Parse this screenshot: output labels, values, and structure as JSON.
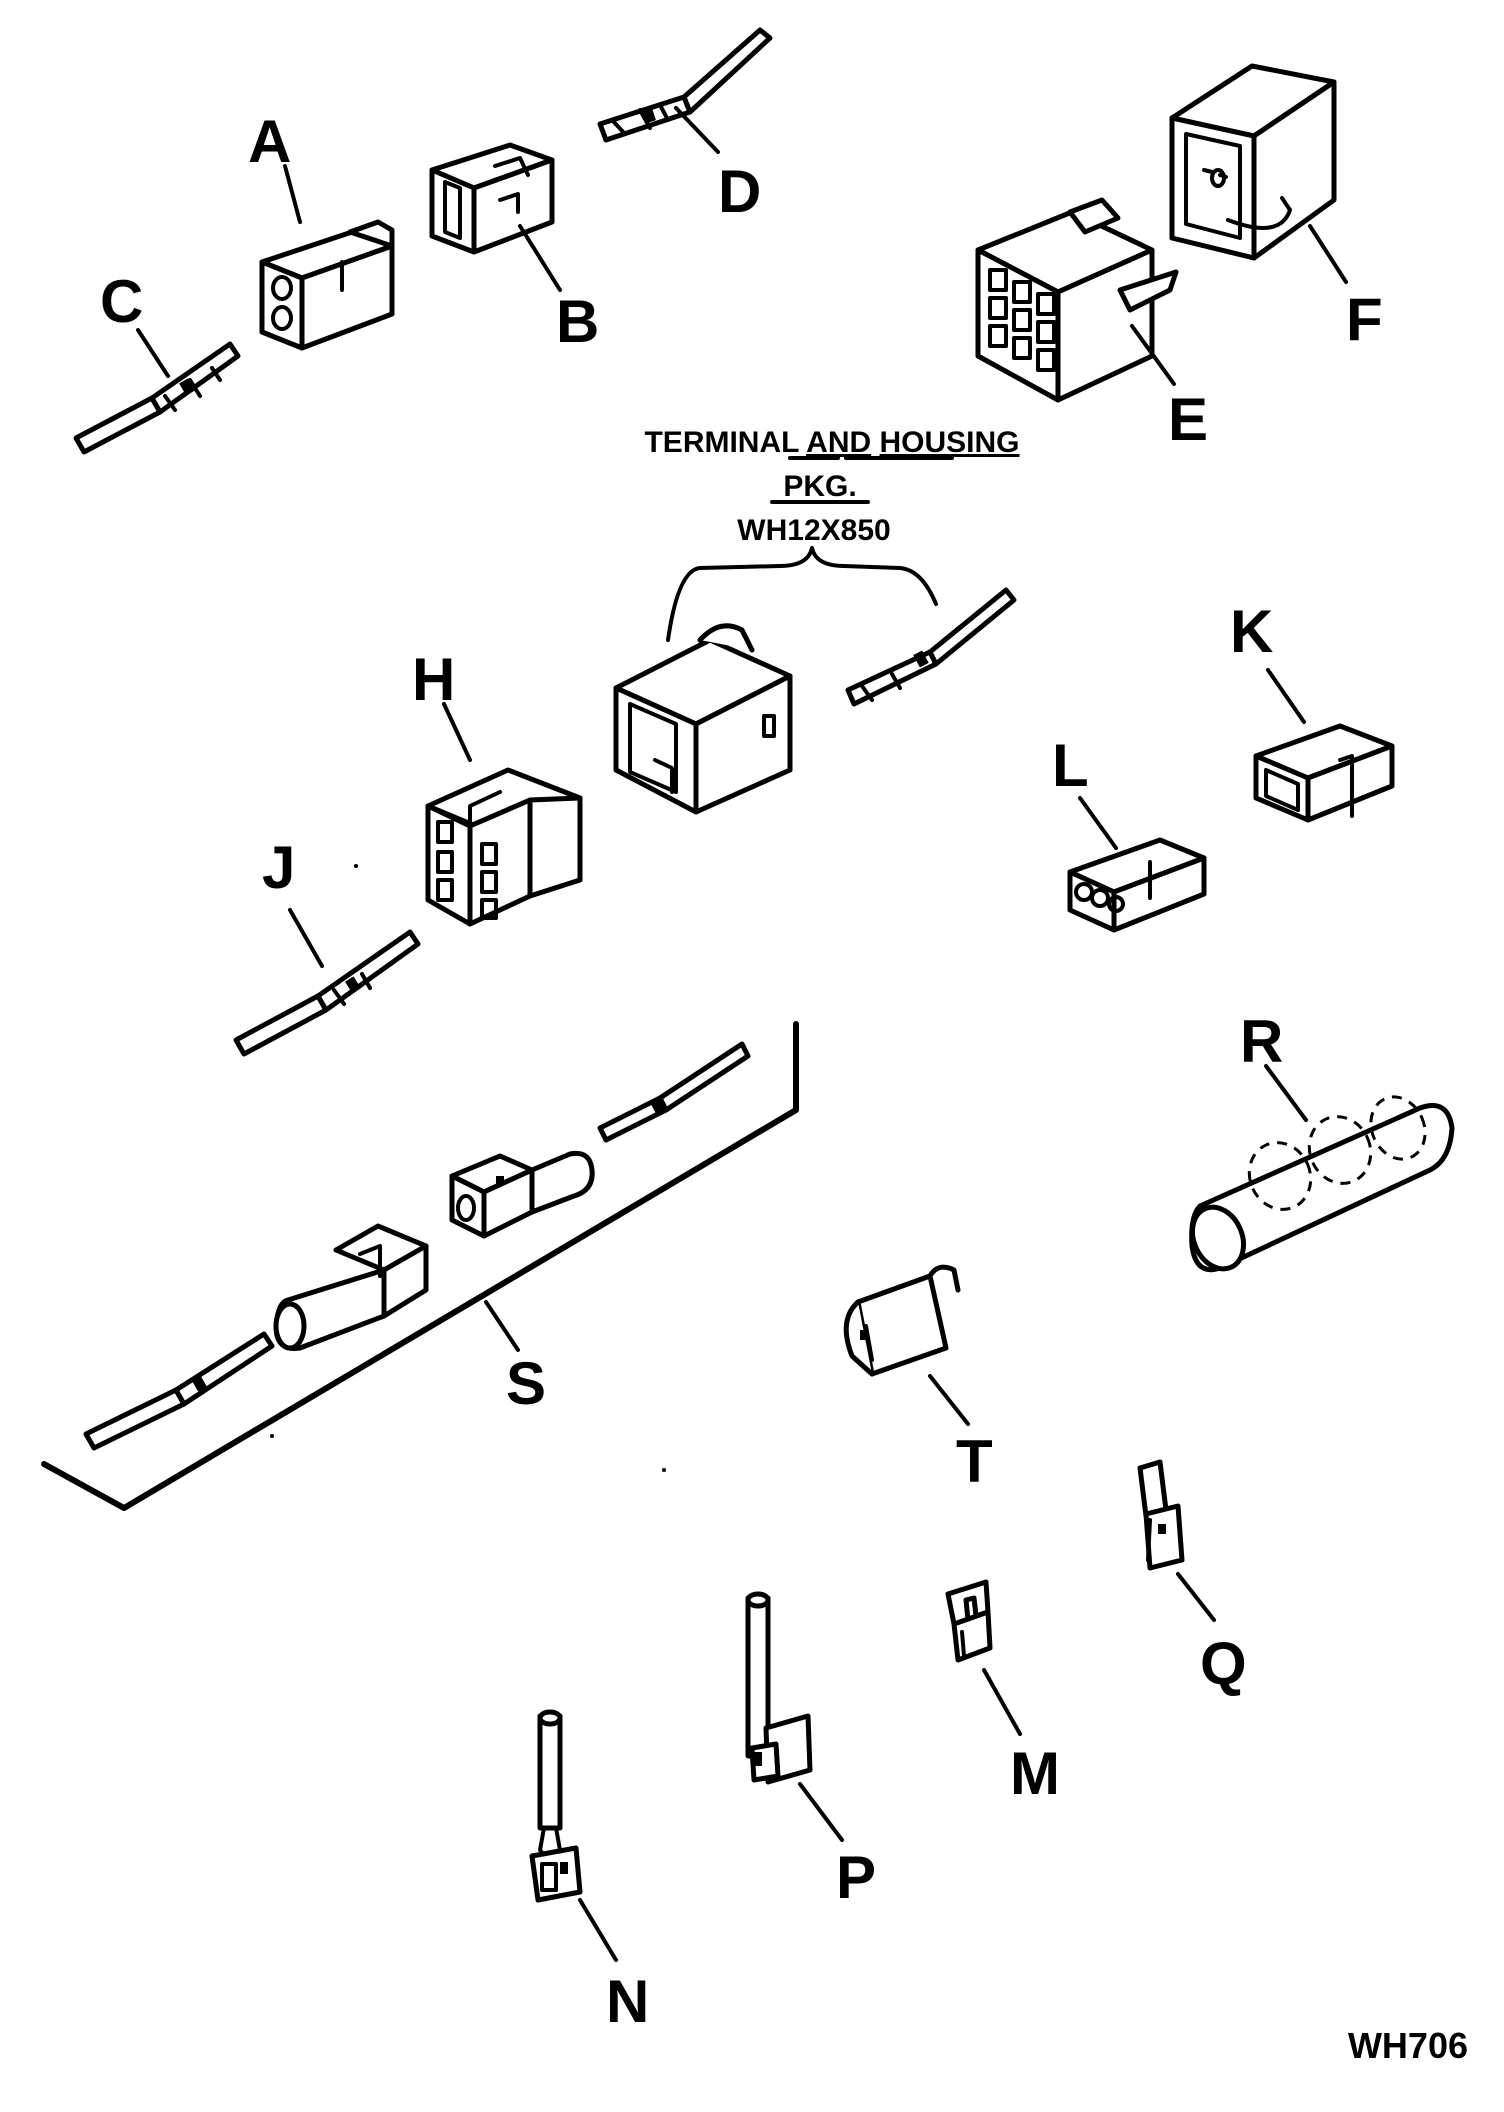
{
  "labels": {
    "A": "A",
    "B": "B",
    "C": "C",
    "D": "D",
    "E": "E",
    "F": "F",
    "H": "H",
    "J": "J",
    "K": "K",
    "L": "L",
    "R": "R",
    "S": "S",
    "T": "T",
    "Q": "Q",
    "M": "M",
    "P": "P",
    "N": "N"
  },
  "package_caption": {
    "line1_pre": "TERMINAL ",
    "line1_and": "AND",
    "line1_housing": "HOUSING",
    "line2": "PKG.",
    "line3": "WH12X850"
  },
  "figure_code": "WH706",
  "colors": {
    "ink": "#000000",
    "paper": "#ffffff"
  }
}
